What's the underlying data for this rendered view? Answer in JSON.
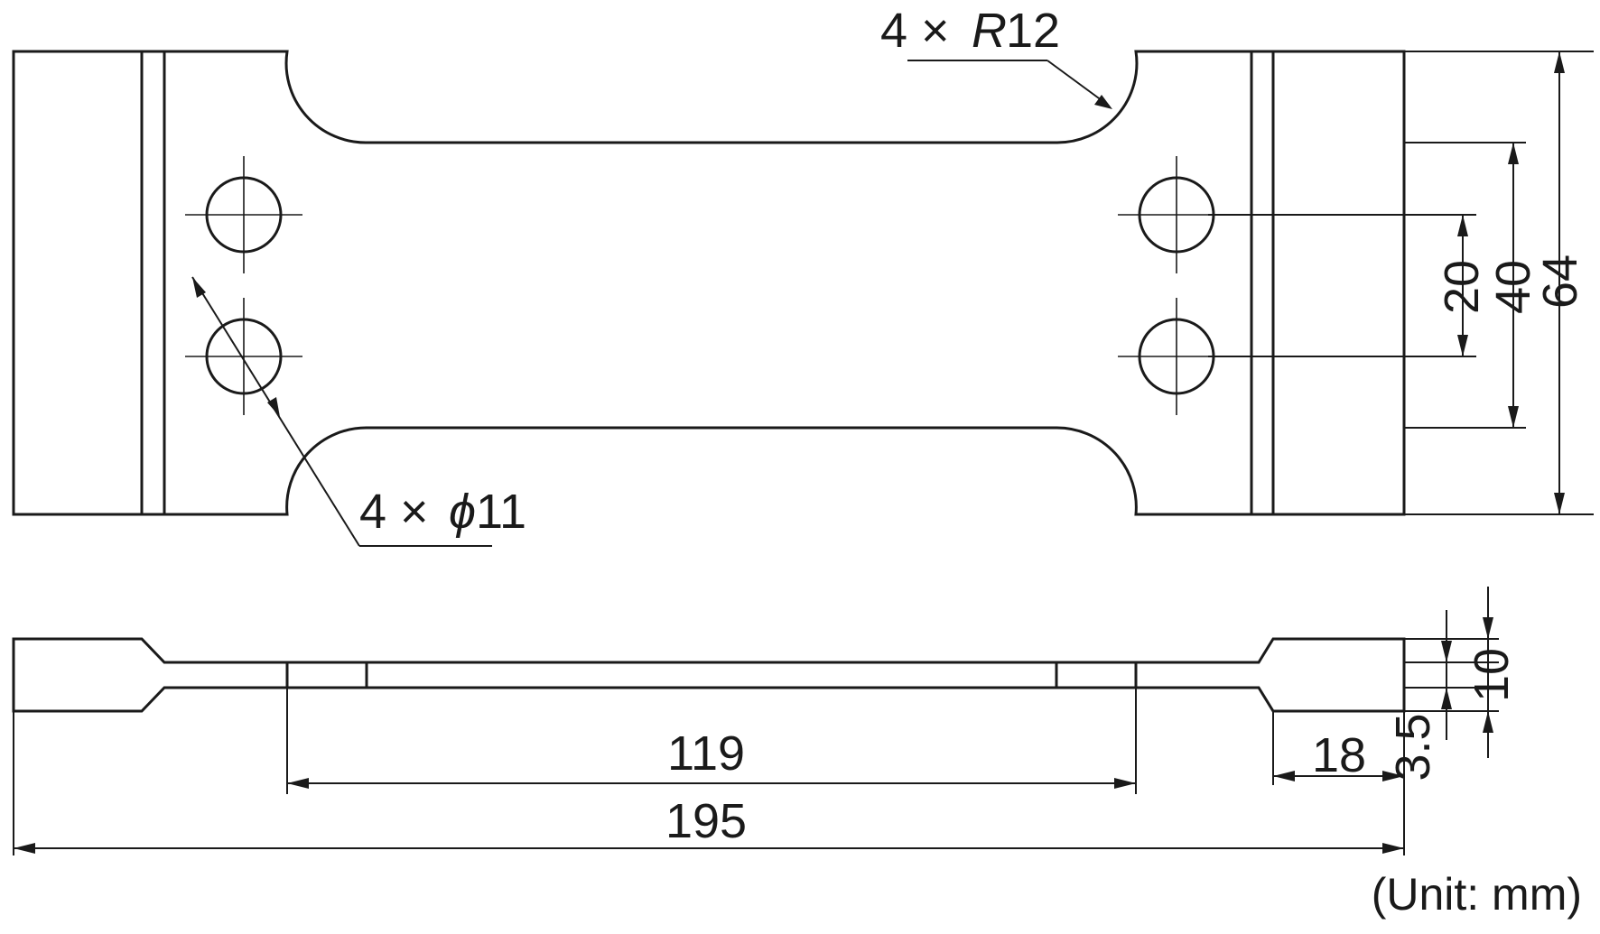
{
  "annotations": {
    "radius_count": "4 ×",
    "radius_symbol": "R",
    "radius_value": "12",
    "hole_count": "4 ×",
    "hole_symbol": "ϕ",
    "hole_value": "11"
  },
  "dimensions": {
    "hole_spacing": "20",
    "neck_width": "40",
    "total_width": "64",
    "thickness": "10",
    "end_thickness": "3.5",
    "grip_length": "18",
    "gauge_span": "119",
    "total_length": "195"
  },
  "unit_note": "(Unit: mm)"
}
